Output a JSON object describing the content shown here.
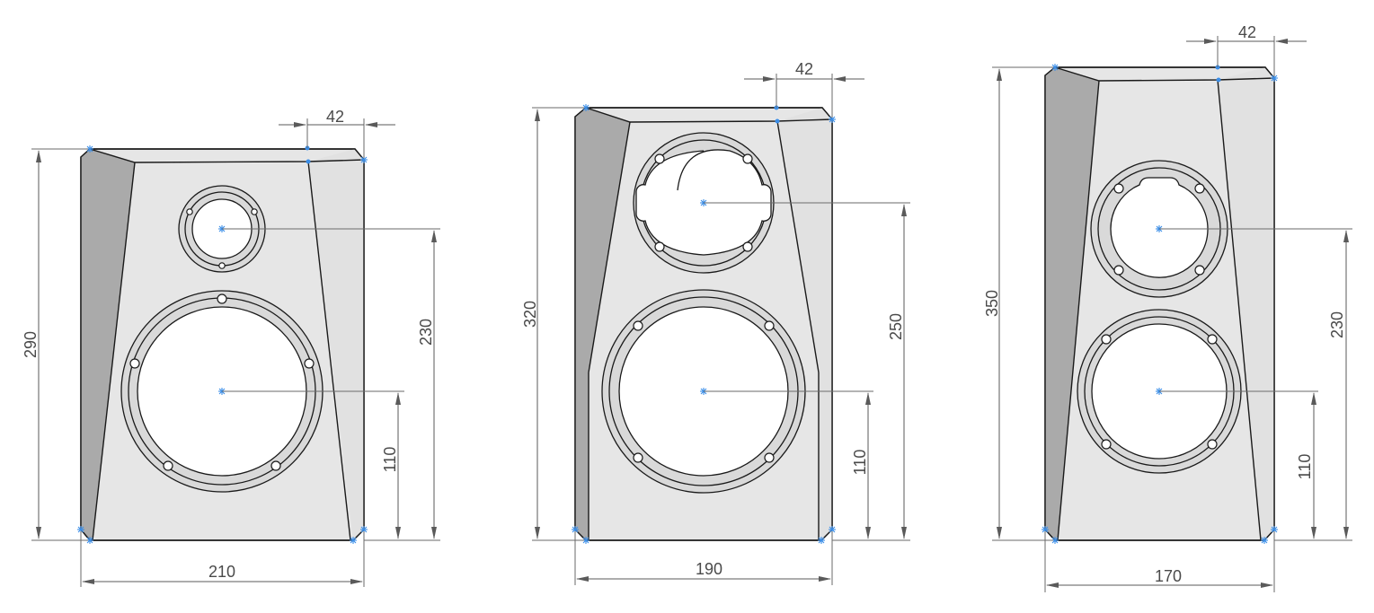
{
  "speakers": [
    {
      "width_label": "210",
      "height_label": "290",
      "tweeter_height_label": "230",
      "woofer_height_label": "110",
      "bevel_label": "42"
    },
    {
      "width_label": "190",
      "height_label": "320",
      "tweeter_height_label": "250",
      "woofer_height_label": "110",
      "bevel_label": "42"
    },
    {
      "width_label": "170",
      "height_label": "350",
      "tweeter_height_label": "230",
      "woofer_height_label": "110",
      "bevel_label": "42"
    }
  ],
  "colors": {
    "dimension": "#4a4a4a",
    "face": "#e6e6e6",
    "side_dark": "#aaaaaa",
    "marker": "#3b8ee8"
  }
}
